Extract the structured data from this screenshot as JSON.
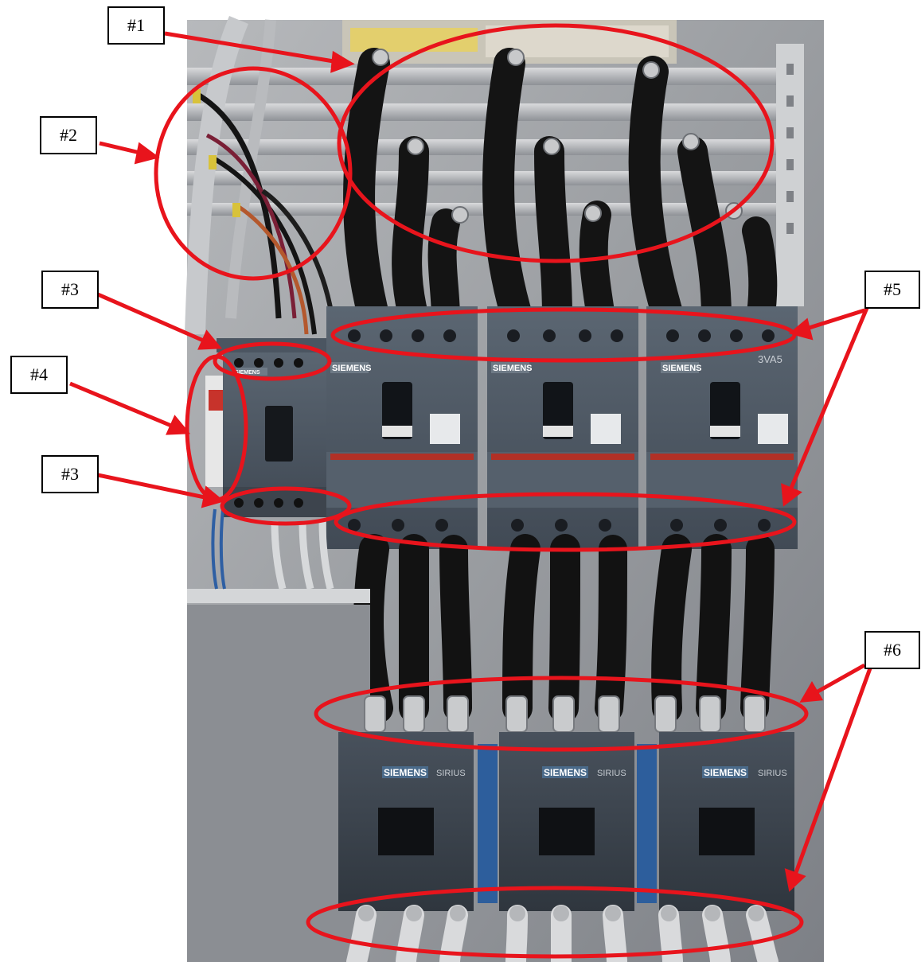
{
  "figure": {
    "callouts": [
      {
        "id": "c1",
        "label": "#1"
      },
      {
        "id": "c2",
        "label": "#2"
      },
      {
        "id": "c3a",
        "label": "#3"
      },
      {
        "id": "c4",
        "label": "#4"
      },
      {
        "id": "c3b",
        "label": "#3"
      },
      {
        "id": "c5",
        "label": "#5"
      },
      {
        "id": "c6",
        "label": "#6"
      }
    ],
    "brand": {
      "breaker_1": "SIEMENS",
      "breaker_2": "SIEMENS",
      "breaker_3": "SIEMENS",
      "breaker_small": "SIEMENS",
      "contactor_1": "SIEMENS",
      "contactor_2": "SIEMENS",
      "contactor_3": "SIEMENS",
      "series": "SIRIUS",
      "breaker_model": "3VA5"
    },
    "colors": {
      "highlight": "#e8141c",
      "panel_bg": "#9c9fa3",
      "breaker_body": "#4b5561",
      "contactor_body": "#3b434d",
      "cable": "#161616"
    }
  }
}
